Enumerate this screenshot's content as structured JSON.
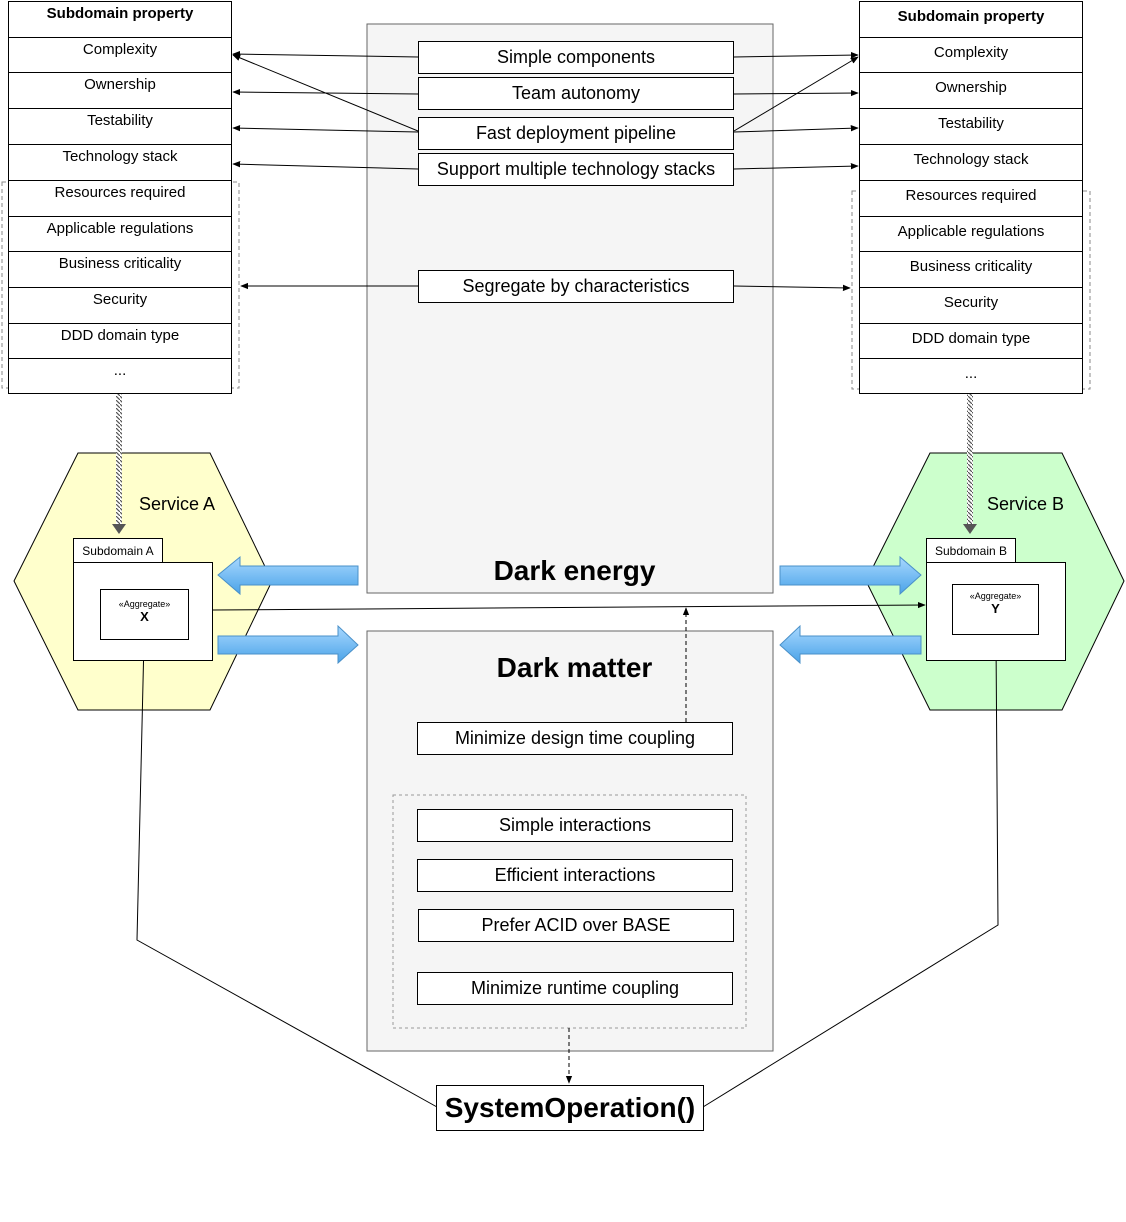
{
  "subdomain_properties": {
    "header": "Subdomain property",
    "items": [
      "Complexity",
      "Ownership",
      "Testability",
      "Technology stack",
      "Resources required",
      "Applicable regulations",
      "Business criticality",
      "Security",
      "DDD domain type",
      "..."
    ]
  },
  "dark_energy": {
    "title": "Dark energy",
    "forces": [
      "Simple components",
      "Team autonomy",
      "Fast deployment pipeline",
      "Support multiple technology stacks",
      "Segregate by characteristics"
    ]
  },
  "dark_matter": {
    "title": "Dark matter",
    "design_time": "Minimize design time coupling",
    "runtime_forces": [
      "Simple interactions",
      "Efficient interactions",
      "Prefer ACID over BASE",
      "Minimize runtime coupling"
    ]
  },
  "service_a": {
    "label": "Service A",
    "subdomain": "Subdomain A",
    "stereotype": "«Aggregate»",
    "aggregate": "X",
    "color": "#ffffcc"
  },
  "service_b": {
    "label": "Service B",
    "subdomain": "Subdomain B",
    "stereotype": "«Aggregate»",
    "aggregate": "Y",
    "color": "#ccffcc"
  },
  "system_operation": "SystemOperation()",
  "colors": {
    "panel_fill": "#f5f5f5",
    "panel_border": "#666666",
    "block_arrow": "#64b5f6"
  }
}
